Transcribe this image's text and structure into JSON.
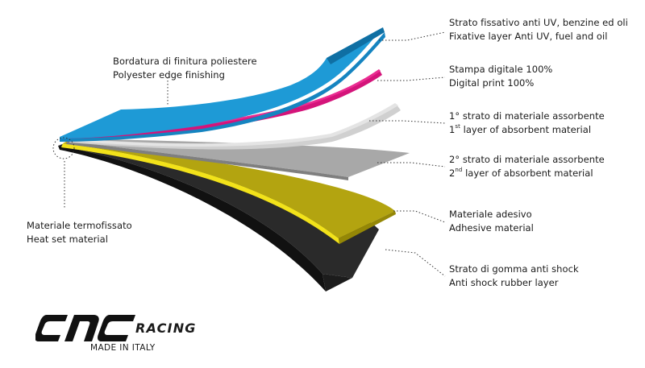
{
  "layers": [
    {
      "it": "Strato fissativo anti UV, benzine ed oli",
      "en": "Fixative layer Anti UV, fuel and oil"
    },
    {
      "it": "Stampa digitale 100%",
      "en": "Digital print 100%"
    },
    {
      "it": "1° strato di materiale assorbente",
      "en_pre": "1",
      "en_sup": "st",
      "en_post": " layer of absorbent material"
    },
    {
      "it": "2° strato di materiale assorbente",
      "en_pre": "2",
      "en_sup": "nd",
      "en_post": " layer of absorbent material"
    },
    {
      "it": "Materiale adesivo",
      "en": "Adhesive material"
    },
    {
      "it": "Strato di gomma anti shock",
      "en": "Anti shock rubber layer"
    }
  ],
  "edge_finishing": {
    "it": "Bordatura di finitura poliestere",
    "en": "Polyester edge finishing"
  },
  "heat_set": {
    "it": "Materiale termofissato",
    "en": "Heat set material"
  },
  "brand": {
    "logo_text": "CNC",
    "racing": "RACING",
    "made_in": "MADE IN ITALY"
  },
  "colors": {
    "uv_layer": "#1e9ad6",
    "print_layer": "#d4147a",
    "absorbent_1": "#d3d3d3",
    "absorbent_2": "#a8a8a8",
    "adhesive": "#b3a410",
    "adhesive_edge": "#f2e21a",
    "rubber": "#1b1b1b",
    "leader_line": "#333333"
  }
}
